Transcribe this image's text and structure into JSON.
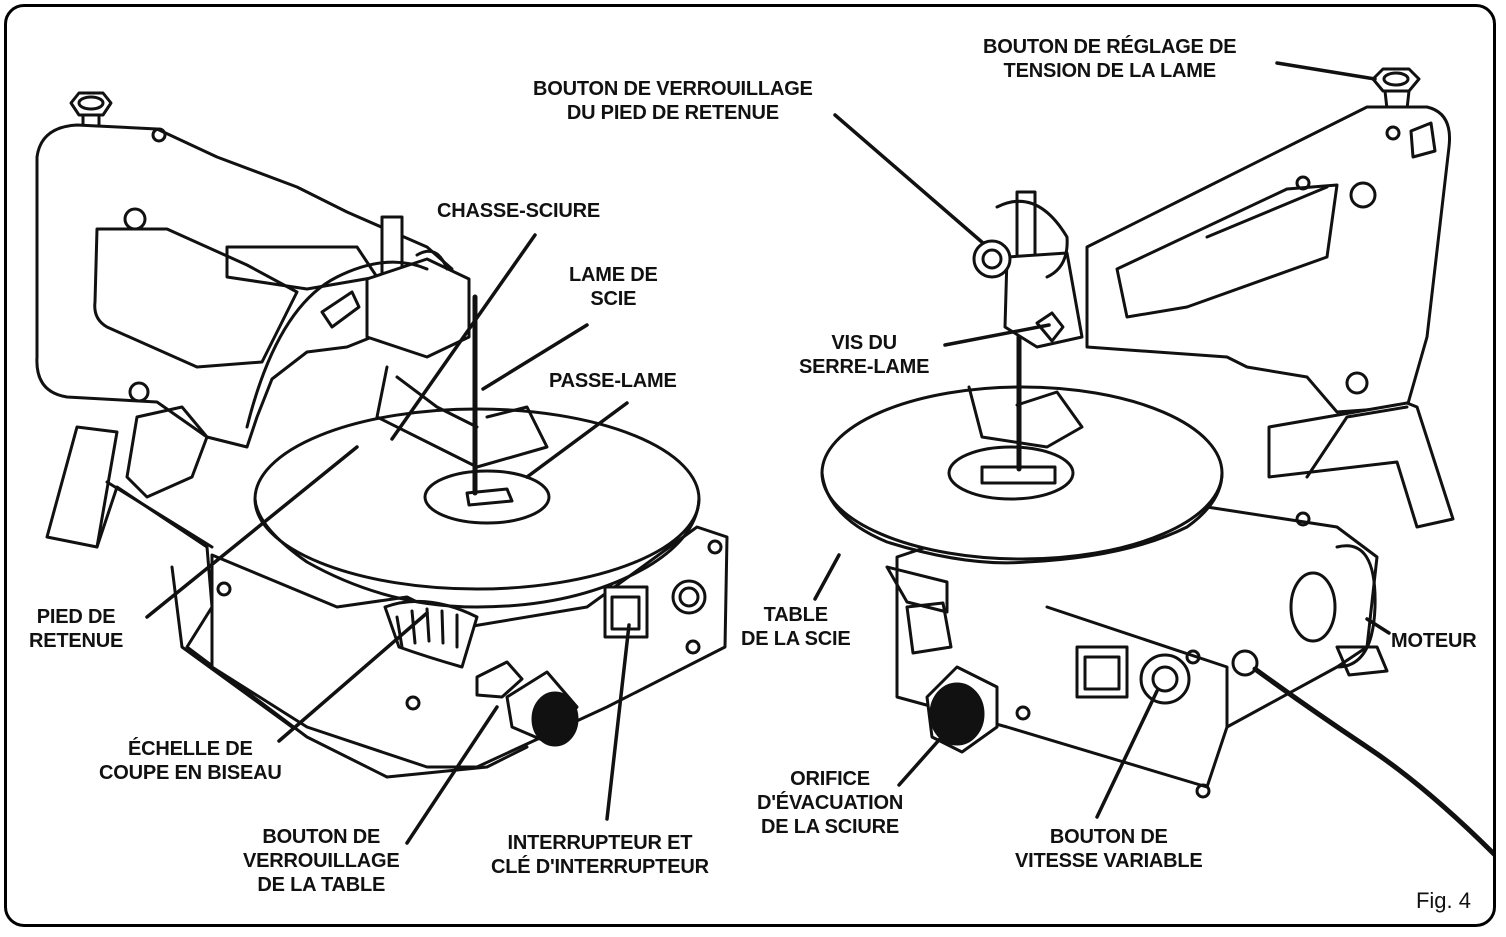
{
  "figure_label": "Fig. 4",
  "labels": {
    "dust_blower": [
      "CHASSE-SCIURE"
    ],
    "saw_blade": [
      "LAME DE",
      "SCIE"
    ],
    "throat_plate": [
      "PASSE-LAME"
    ],
    "hold_down_foot": [
      "PIED DE",
      "RETENUE"
    ],
    "bevel_scale": [
      "ÉCHELLE DE",
      "COUPE EN BISEAU"
    ],
    "table_lock_knob": [
      "BOUTON DE",
      "VERROUILLAGE",
      "DE LA TABLE"
    ],
    "switch_key": [
      "INTERRUPTEUR ET",
      "CLÉ D'INTERRUPTEUR"
    ],
    "foot_lock_knob": [
      "BOUTON DE VERROUILLAGE",
      "DU PIED DE RETENUE"
    ],
    "tension_knob": [
      "BOUTON DE RÉGLAGE DE",
      "TENSION DE LA LAME"
    ],
    "blade_clamp_screw": [
      "VIS DU",
      "SERRE-LAME"
    ],
    "saw_table": [
      "TABLE",
      "DE LA SCIE"
    ],
    "dust_port": [
      "ORIFICE",
      "D'ÉVACUATION",
      "DE LA SCIURE"
    ],
    "speed_knob": [
      "BOUTON DE",
      "VITESSE VARIABLE"
    ],
    "motor": [
      "MOTEUR"
    ]
  }
}
